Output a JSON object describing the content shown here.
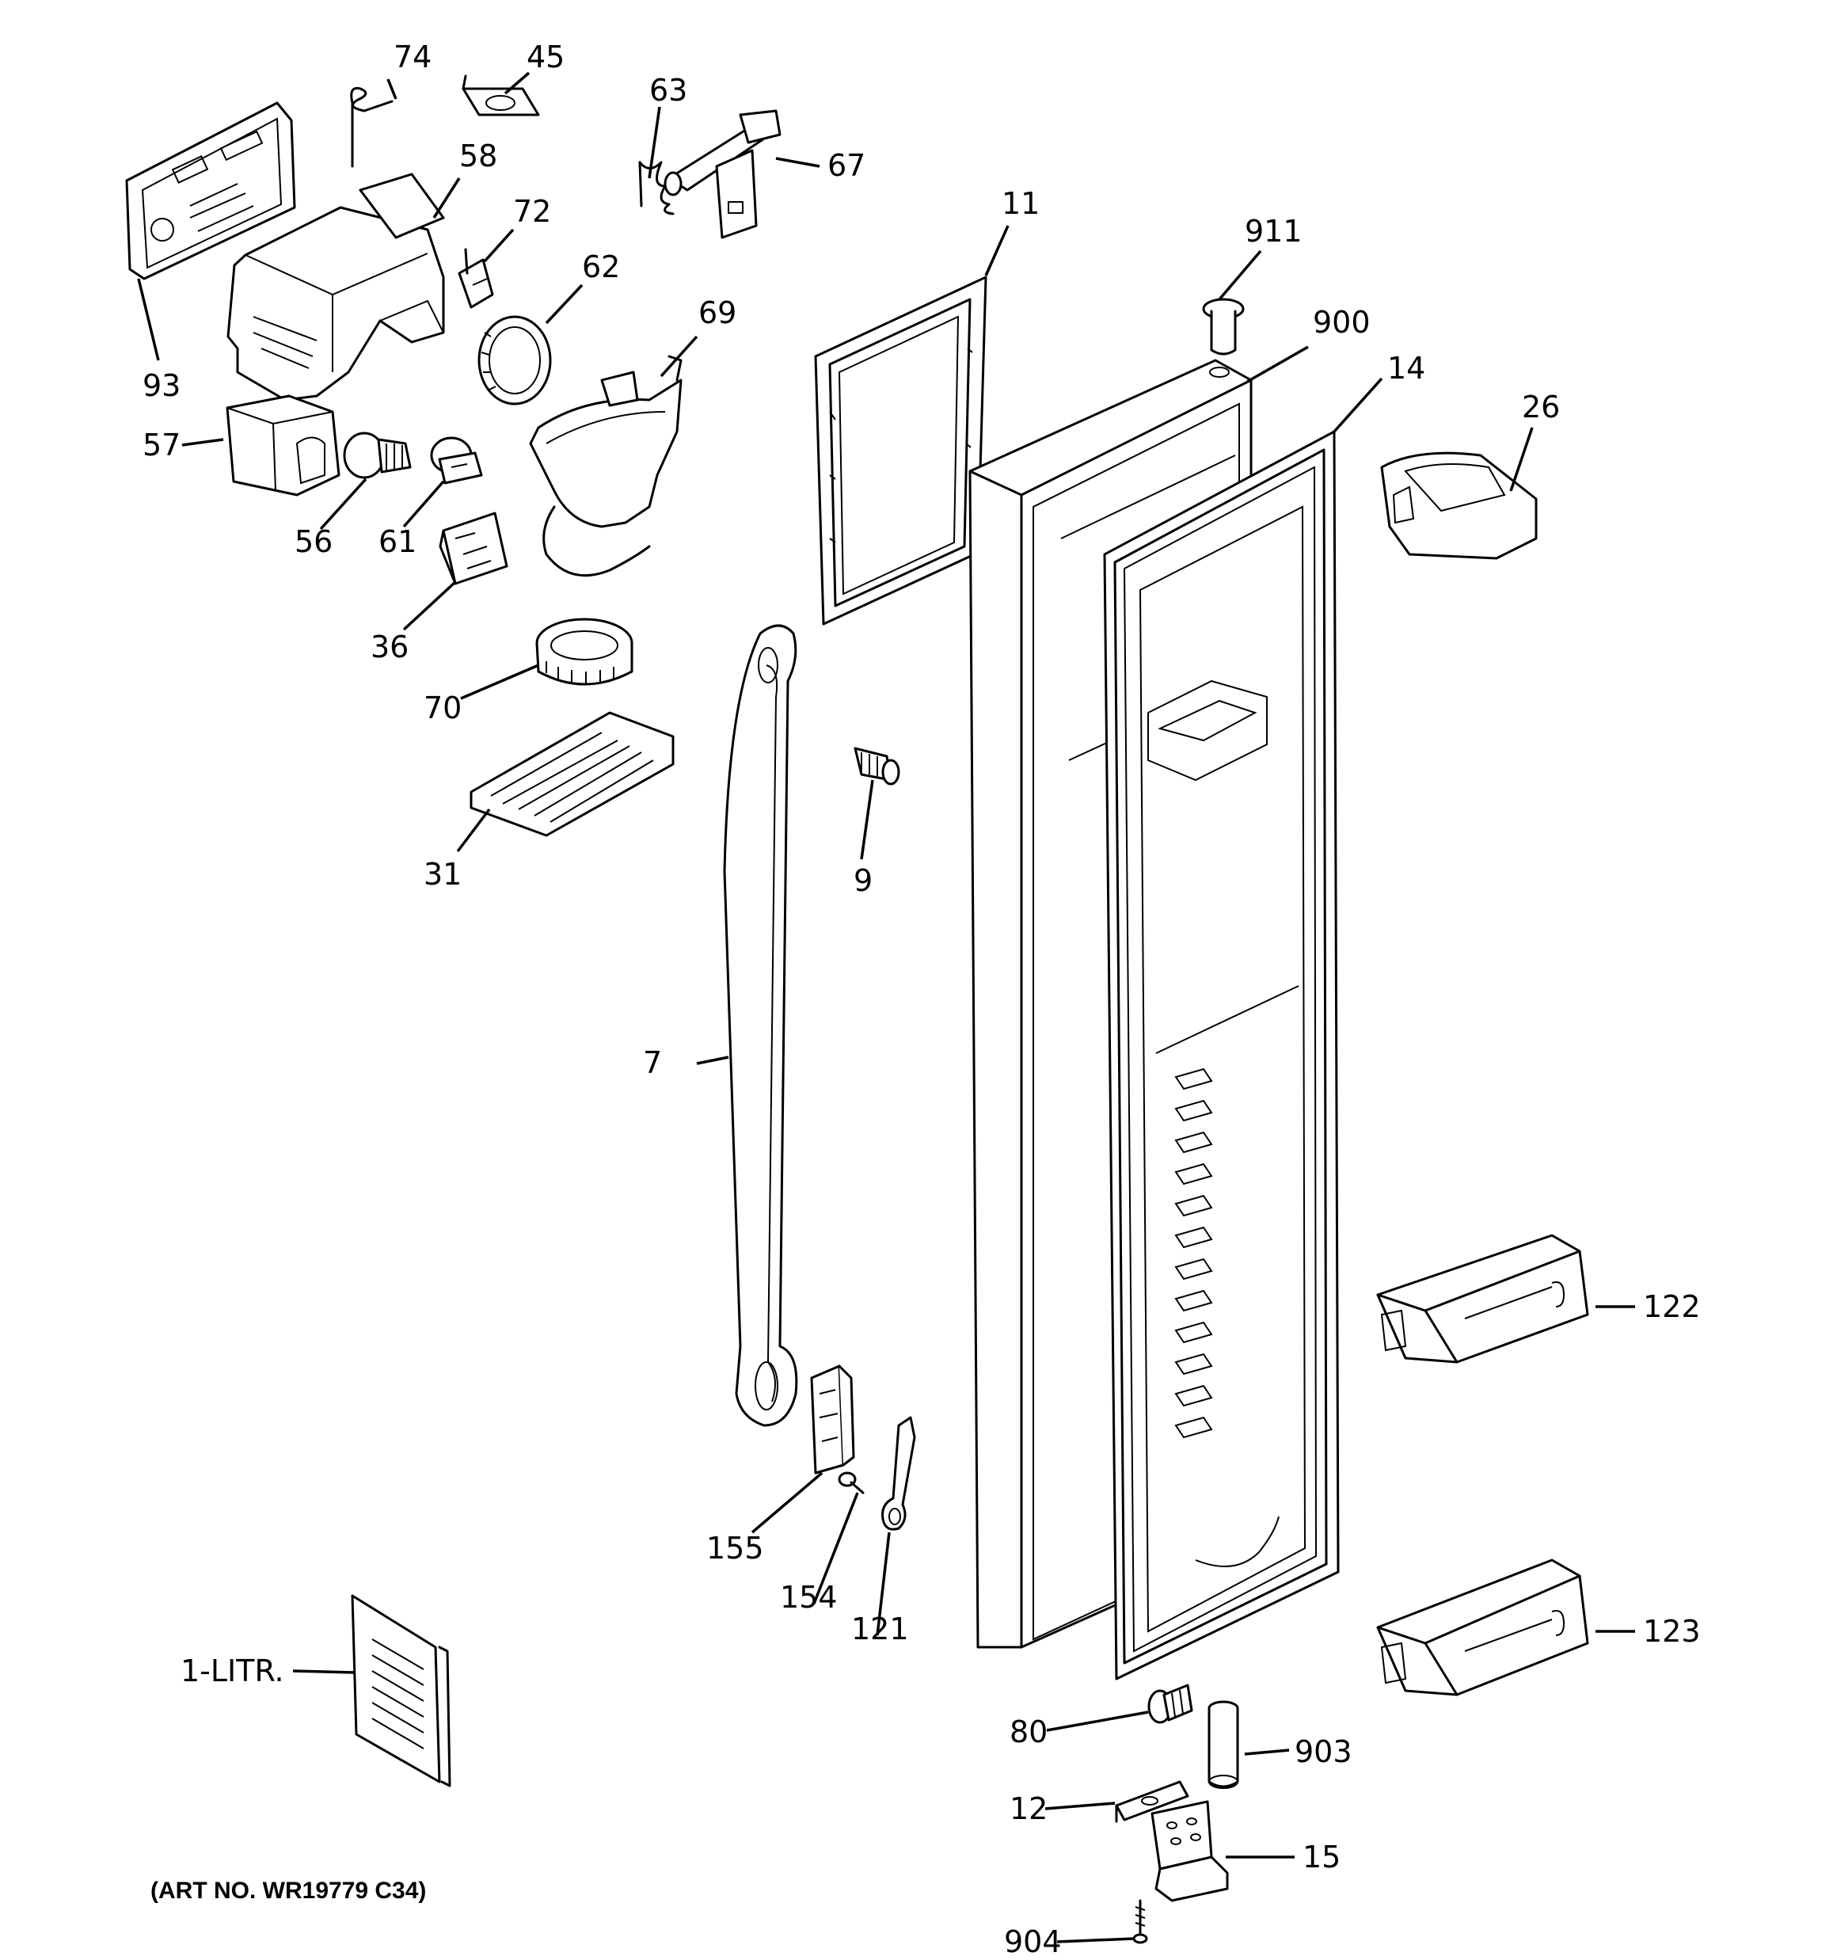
{
  "callouts": {
    "c74": "74",
    "c45": "45",
    "c63": "63",
    "c67": "67",
    "c58": "58",
    "c72": "72",
    "c62": "62",
    "c69": "69",
    "c93": "93",
    "c57": "57",
    "c56": "56",
    "c61": "61",
    "c36": "36",
    "c70": "70",
    "c31": "31",
    "c9": "9",
    "c11": "11",
    "c911": "911",
    "c900": "900",
    "c14": "14",
    "c26": "26",
    "c7": "7",
    "c122": "122",
    "c123": "123",
    "c155": "155",
    "c154": "154",
    "c121": "121",
    "c1litr": "1-LITR.",
    "c80": "80",
    "c903": "903",
    "c12": "12",
    "c15": "15",
    "c904": "904"
  },
  "art_number": "(ART NO. WR19779 C34)"
}
